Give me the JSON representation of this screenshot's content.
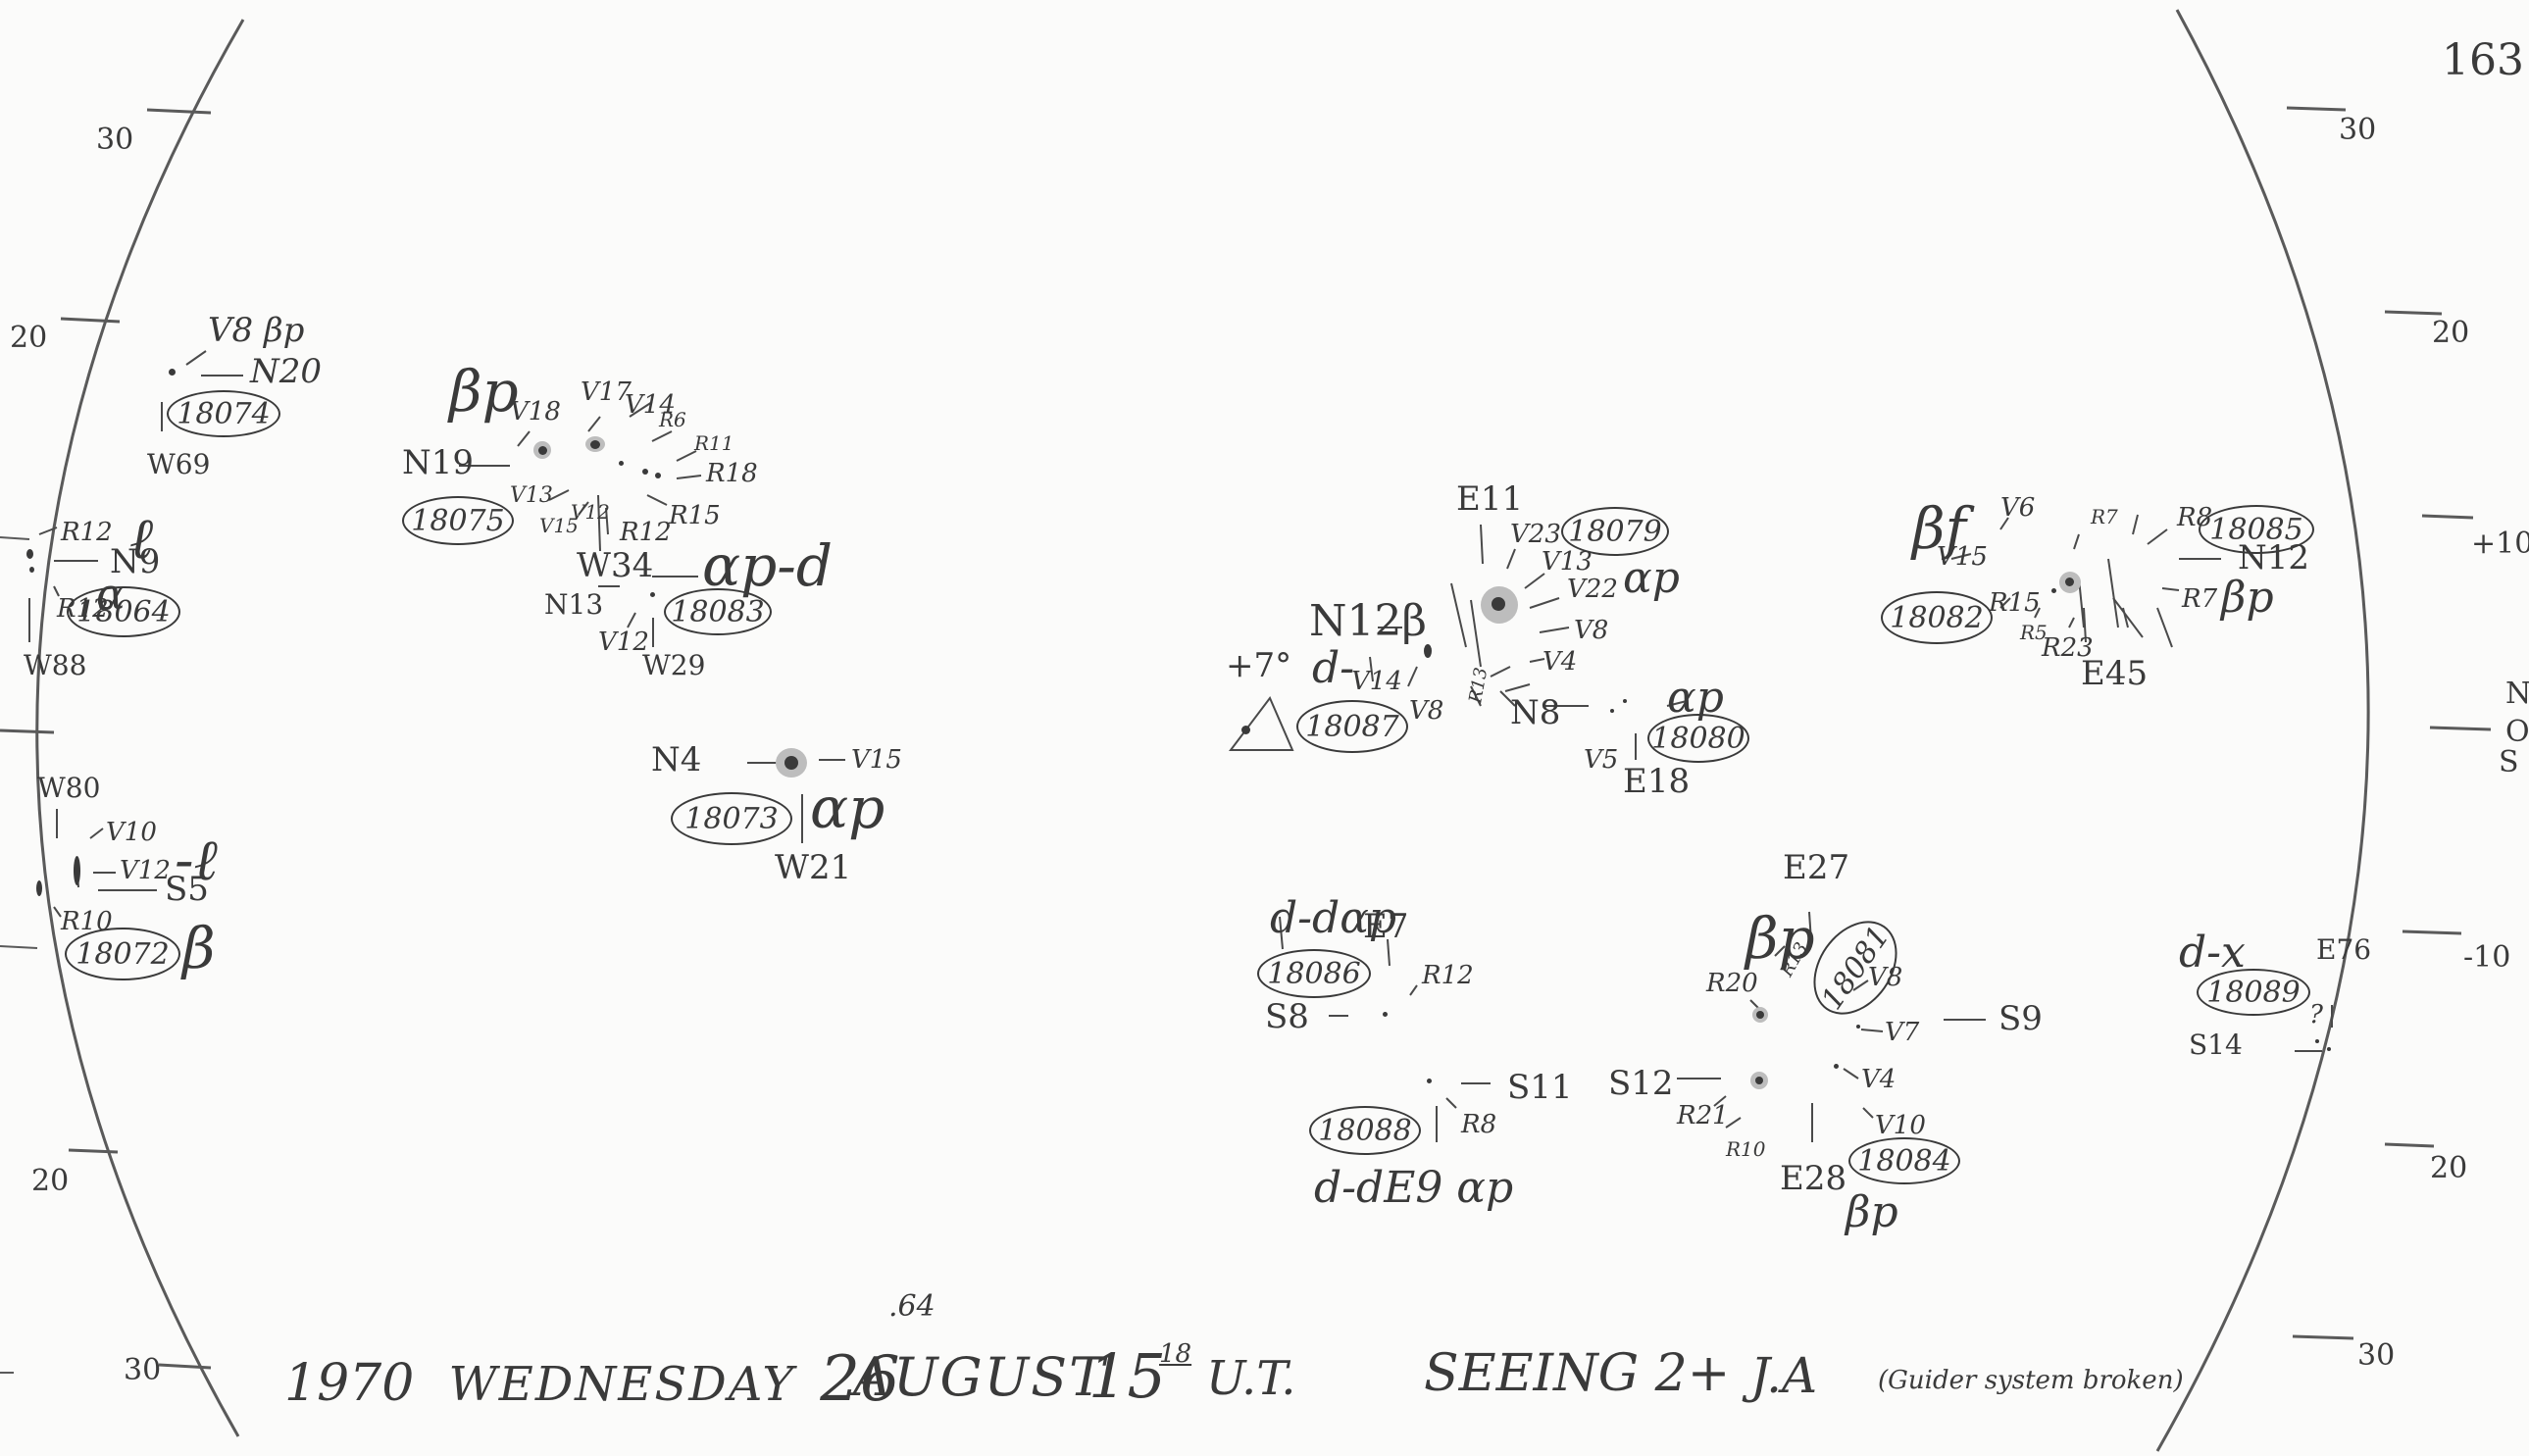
{
  "page_number": "163",
  "left_scale": [
    "30",
    "20",
    "20",
    "30"
  ],
  "right_scale": [
    "30",
    "20",
    "+10",
    "N",
    "O",
    "S",
    "-10",
    "20",
    "30"
  ],
  "footer": {
    "year": "1970",
    "weekday": "WEDNESDAY",
    "day": "26",
    "day_fraction": ".64",
    "month": "AUGUST",
    "time": "15",
    "time_min": "18",
    "ut": "U.T.",
    "seeing": "SEEING 2+",
    "observer": "J.A",
    "note": "(Guider system broken)"
  },
  "regions": [
    {
      "id": "18074",
      "labels": [
        "V8 βp",
        "N20",
        "W69"
      ]
    },
    {
      "id": "18075",
      "labels": [
        "βp",
        "V18",
        "V17",
        "V14",
        "R6",
        "R11",
        "R18",
        "R15",
        "R12",
        "V12",
        "V15",
        "V13",
        "N19",
        "W34"
      ]
    },
    {
      "id": "18064",
      "labels": [
        "R12",
        "ℓ",
        "N9",
        "R12",
        "α",
        "W88"
      ]
    },
    {
      "id": "18083",
      "labels": [
        "αp-d",
        "N13",
        "V12",
        "W29"
      ]
    },
    {
      "id": "18073",
      "labels": [
        "N4",
        "V15",
        "αp",
        "W21"
      ]
    },
    {
      "id": "18072",
      "labels": [
        "W80",
        "V10",
        "V12",
        "-ℓ",
        "S5",
        "R10",
        "β"
      ]
    },
    {
      "id": "18079",
      "labels": [
        "E11",
        "V23",
        "V13",
        "V22",
        "αp",
        "V8",
        "V4",
        "R13"
      ]
    },
    {
      "id": "18087",
      "labels": [
        "N12β",
        "+7°",
        "d-",
        "V14",
        "V8"
      ]
    },
    {
      "id": "18080",
      "labels": [
        "N8",
        "αp",
        "V5",
        "E18"
      ]
    },
    {
      "id": "18085",
      "labels": [
        "βf",
        "V15",
        "V6",
        "R7",
        "R8",
        "N12",
        "R7",
        "βp"
      ]
    },
    {
      "id": "18082",
      "labels": [
        "R15",
        "R5",
        "R23",
        "E45"
      ]
    },
    {
      "id": "18086",
      "labels": [
        "d-dαp",
        "E7",
        "S8",
        "R12"
      ]
    },
    {
      "id": "18088",
      "labels": [
        "S11",
        "R8",
        "d-dE9 αp"
      ]
    },
    {
      "id": "18081",
      "labels": [
        "E27",
        "βp",
        "R20",
        "R13",
        "V8",
        "V7",
        "S9"
      ]
    },
    {
      "id": "18084",
      "labels": [
        "S12",
        "R21",
        "R10",
        "V4",
        "V10",
        "E28",
        "βp"
      ]
    },
    {
      "id": "18089",
      "labels": [
        "d-x",
        "E76",
        "?",
        "S14"
      ]
    }
  ]
}
